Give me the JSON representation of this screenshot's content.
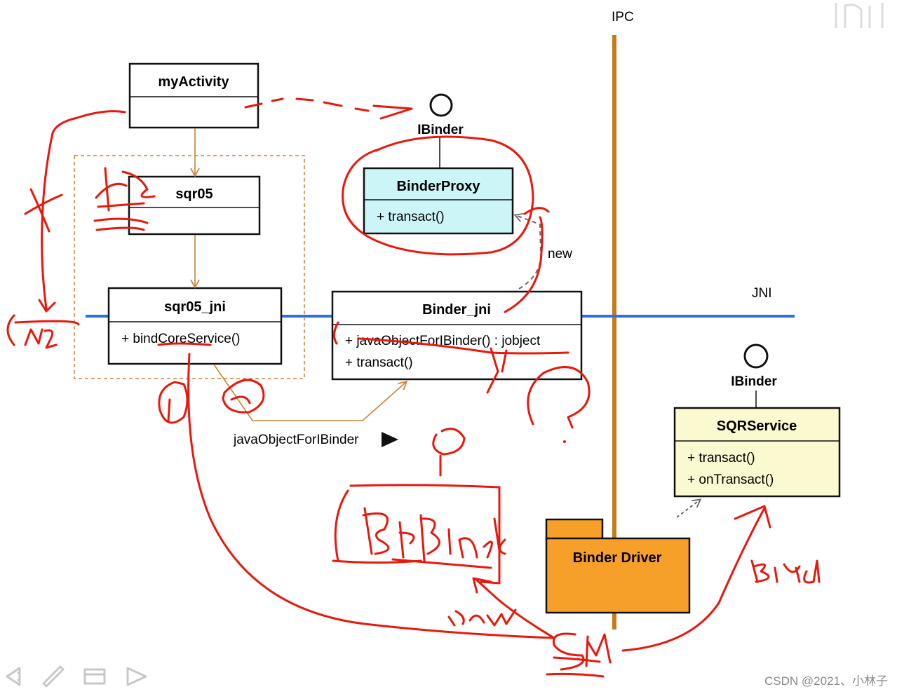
{
  "colors": {
    "ipc_line": "#c57a1c",
    "jni_line": "#2a6fe6",
    "uml_arrow": "#c8843a",
    "binder_proxy_fill": "#ccf5f7",
    "sqr_service_fill": "#fbf9cf",
    "binder_driver_fill": "#f6a02a",
    "annotation_red": "#e8180c"
  },
  "labels": {
    "ipc": "IPC",
    "jni": "JNI",
    "new": "new",
    "call": "javaObjectForIBinder",
    "ibinder_top": "IBinder",
    "ibinder_right": "IBinder",
    "binder_driver": "Binder Driver"
  },
  "classes": {
    "myActivity": {
      "title": "myActivity",
      "members": []
    },
    "sqr05": {
      "title": "sqr05",
      "members": []
    },
    "sqr05_jni": {
      "title": "sqr05_jni",
      "members": [
        "+ bindCoreService()"
      ]
    },
    "binderProxy": {
      "title": "BinderProxy",
      "members": [
        "+ transact()"
      ]
    },
    "binder_jni": {
      "title": "Binder_jni",
      "members": [
        "+ javaObjectForIBinder() : jobject",
        "+ transact()"
      ]
    },
    "sqrService": {
      "title": "SQRService",
      "members": [
        "+ transact()",
        "+ onTransact()"
      ]
    }
  },
  "handwriting": {
    "x_mark": "X",
    "n2": "N2",
    "circle_1": "1",
    "circle_2": "2",
    "bpbinder": "BpBinder",
    "new": "new",
    "sm": "SM",
    "bind": "Bind",
    "question": "?"
  },
  "icons": [
    "arrow-left-icon",
    "pen-icon",
    "window-icon",
    "arrow-right-icon"
  ],
  "watermark": "CSDN @2021、小林子"
}
